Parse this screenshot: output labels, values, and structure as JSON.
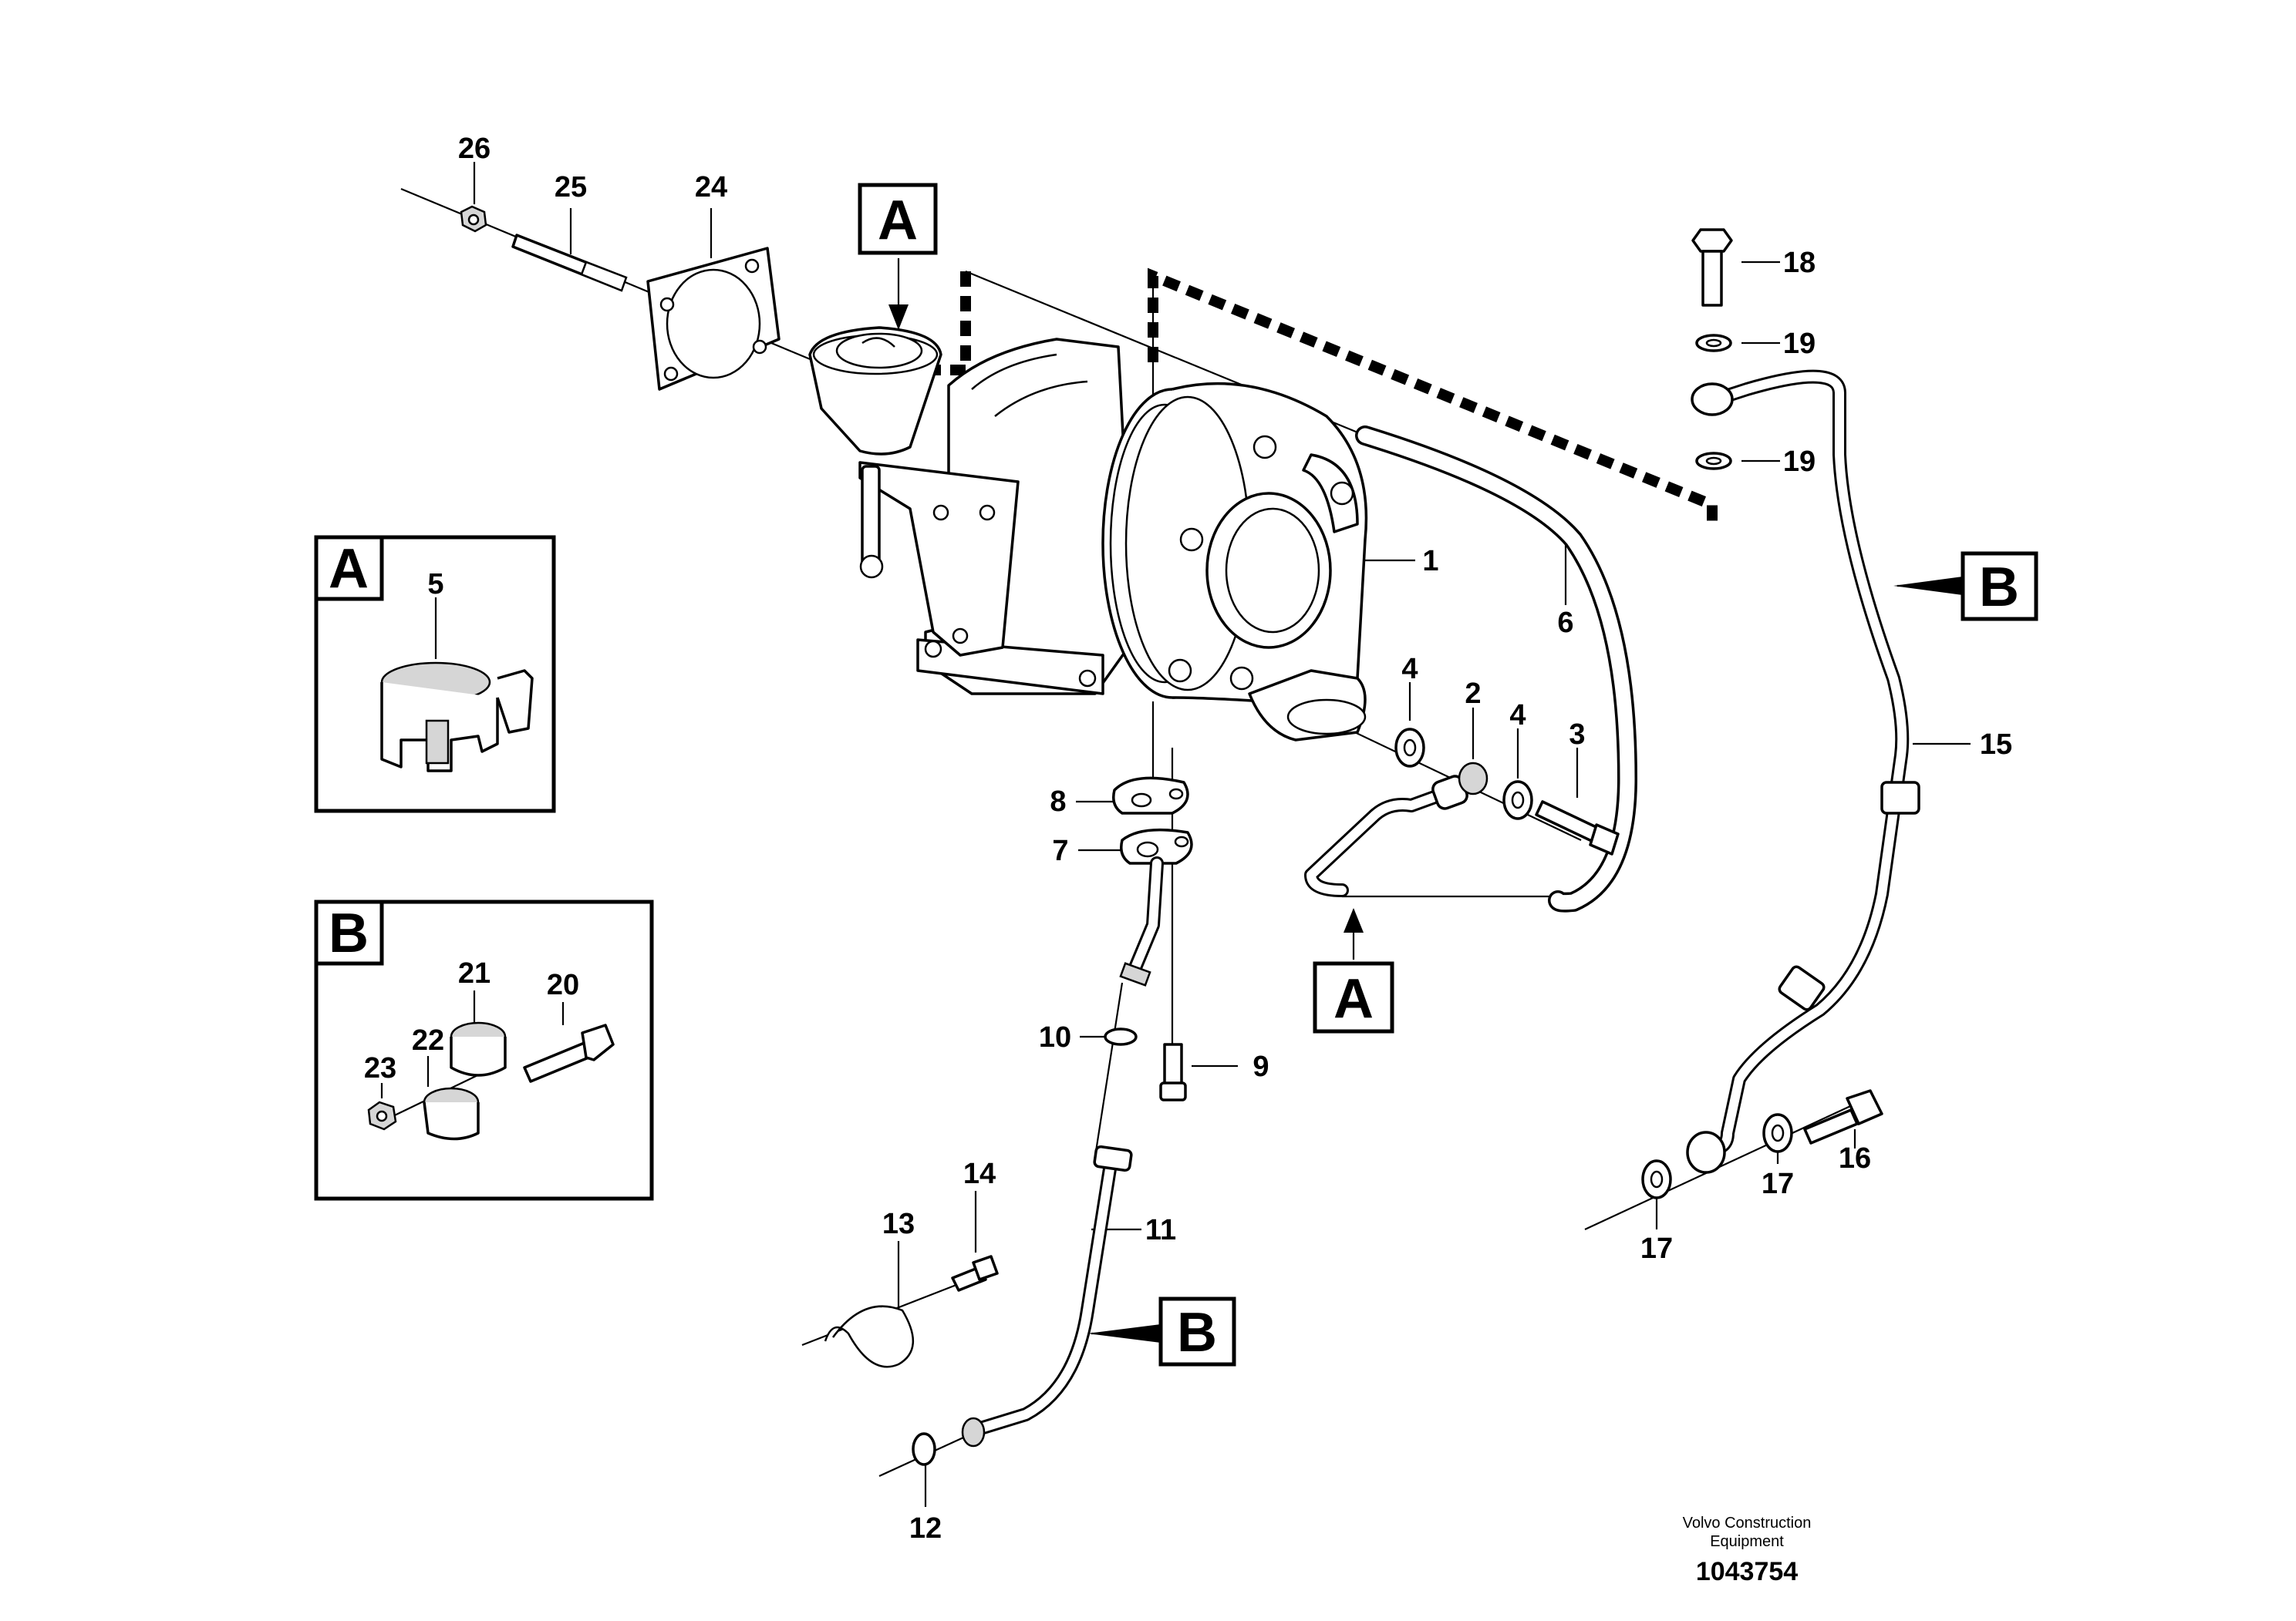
{
  "callouts": {
    "p1": "1",
    "p2": "2",
    "p3": "3",
    "p4a": "4",
    "p4b": "4",
    "p5": "5",
    "p6": "6",
    "p7": "7",
    "p8": "8",
    "p9": "9",
    "p10": "10",
    "p11": "11",
    "p12": "12",
    "p13": "13",
    "p14": "14",
    "p15": "15",
    "p16": "16",
    "p17a": "17",
    "p17b": "17",
    "p18": "18",
    "p19a": "19",
    "p19b": "19",
    "p20": "20",
    "p21": "21",
    "p22": "22",
    "p23": "23",
    "p24": "24",
    "p25": "25",
    "p26": "26"
  },
  "view_markers": {
    "a_top": "A",
    "a_bottom": "A",
    "b_right": "B",
    "b_bottom": "B",
    "detail_a": "A",
    "detail_b": "B"
  },
  "footer": {
    "manufacturer_line1": "Volvo Construction",
    "manufacturer_line2": "Equipment",
    "drawing_number": "1043754"
  }
}
